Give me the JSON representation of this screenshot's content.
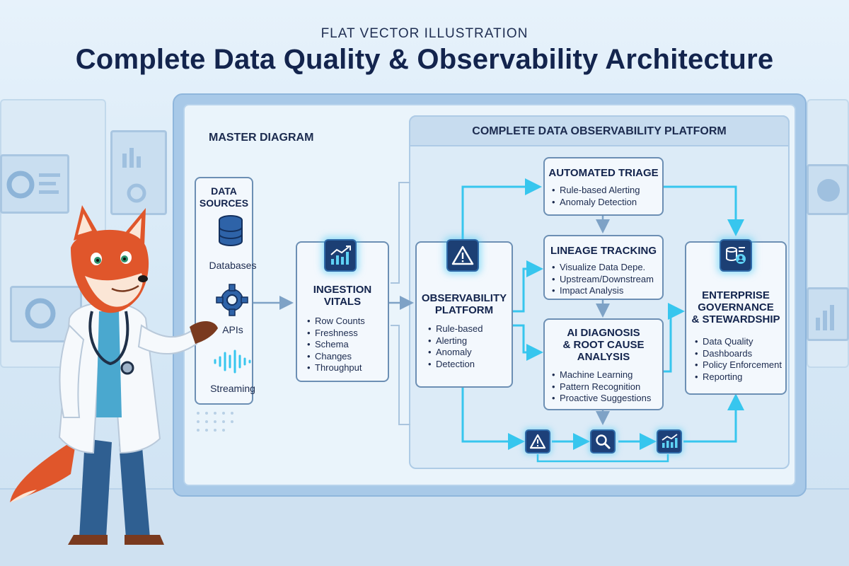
{
  "header": {
    "kicker": "FLAT VECTOR ILLUSTRATION",
    "title": "Complete Data Quality & Observability Architecture"
  },
  "diagram": {
    "master_label": "MASTER DIAGRAM",
    "platform_label": "COMPLETE DATA OBSERVABILITY PLATFORM",
    "data_sources": {
      "title_line1": "DATA",
      "title_line2": "SOURCES",
      "items": [
        {
          "label": "Databases",
          "icon": "database-icon"
        },
        {
          "label": "APIs",
          "icon": "gear-icon"
        },
        {
          "label": "Streaming",
          "icon": "waveform-icon"
        }
      ]
    },
    "ingestion": {
      "title_line1": "INGESTION",
      "title_line2": "VITALS",
      "icon": "trending-chart-icon",
      "bullets": [
        "Row Counts",
        "Freshness",
        "Schema",
        "Changes",
        "Throughput"
      ]
    },
    "observability": {
      "title_line1": "OBSERVABILITY",
      "title_line2": "PLATFORM",
      "icon": "warning-icon",
      "bullets": [
        "Rule-based",
        "Alerting",
        "Anomaly",
        "Detection"
      ]
    },
    "triage": {
      "title": "AUTOMATED TRIAGE",
      "bullets": [
        "Rule-based Alerting",
        "Anomaly Detection"
      ]
    },
    "lineage": {
      "title": "LINEAGE TRACKING",
      "bullets": [
        "Visualize Data Depe.",
        "Upstream/Downstream",
        "Impact Analysis"
      ]
    },
    "ai_diagnosis": {
      "title_line1": "AI DIAGNOSIS",
      "title_line2": "& ROOT CAUSE",
      "title_line3": "ANALYSIS",
      "bullets": [
        "Machine Learning",
        "Pattern Recognition",
        "Proactive Suggestions"
      ]
    },
    "governance": {
      "title_line1": "ENTERPRISE",
      "title_line2": "GOVERNANCE",
      "title_line3": "& STEWARDSHIP",
      "icon": "governance-icon",
      "bullets": [
        "Data Quality",
        "Dashboards",
        "Policy Enforcement",
        "Reporting"
      ]
    },
    "bottom_flow_icons": [
      "warning-icon",
      "magnifier-icon",
      "bar-chart-icon"
    ]
  },
  "colors": {
    "navy": "#13244d",
    "flow_cyan": "#37c6ee",
    "connector_gray": "#7ea2c6",
    "icon_bg": "#1c3f74"
  }
}
